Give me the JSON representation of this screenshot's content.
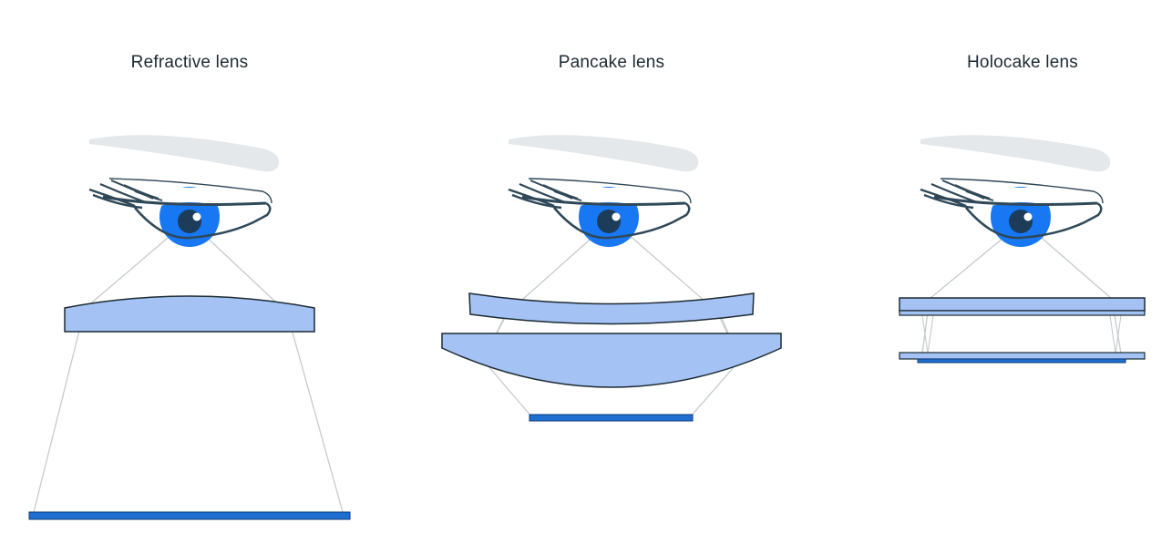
{
  "panels": [
    {
      "id": "refractive",
      "title": "Refractive lens"
    },
    {
      "id": "pancake",
      "title": "Pancake lens"
    },
    {
      "id": "holocake",
      "title": "Holocake lens"
    }
  ],
  "colors": {
    "lens_fill": "#a4c2f4",
    "lens_stroke": "#1c2b33",
    "display": "#1f6fd1",
    "ray": "#c6cace",
    "eyebrow": "#e4e8eb",
    "iris": "#1877f2",
    "pupil": "#1c3c5a",
    "lash": "#2f4858",
    "text": "#1c2b33"
  },
  "icons": [
    "eye-icon",
    "eyebrow-icon"
  ]
}
